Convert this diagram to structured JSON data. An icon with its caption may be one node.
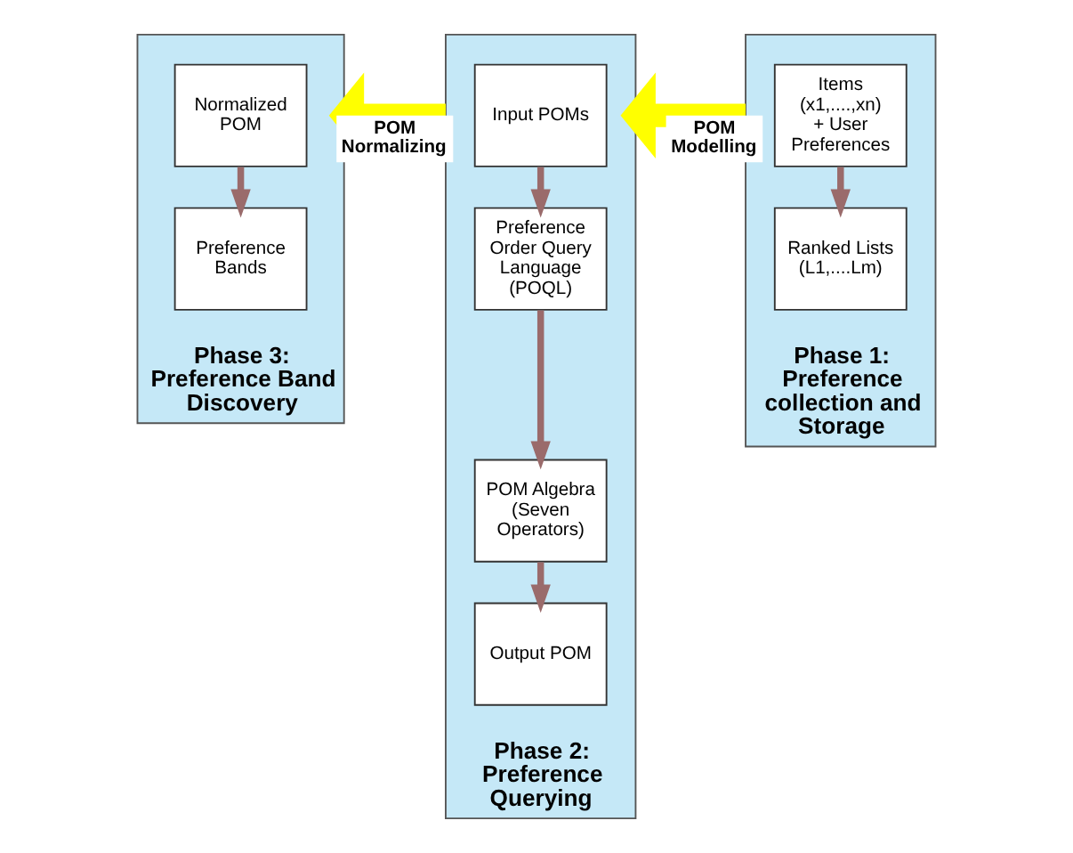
{
  "diagram": {
    "nodes": [
      {
        "text": [
          "Phase 3: Preference Band Discovery"
        ]
      },
      {
        "text": [
          "Normalized POM"
        ],
        "in": 0
      },
      {
        "text": [
          "Preference Bands"
        ],
        "in": 0
      },
      {
        "text": [
          "Phase 2: Preference Querying"
        ]
      },
      {
        "text": [
          "Input POMs"
        ],
        "in": 3
      },
      {
        "text": [
          "Preference Order Query Language (POQL)"
        ],
        "in": 3
      },
      {
        "text": [
          "POM Algebra (Seven Operators)"
        ],
        "in": 3
      },
      {
        "text": [
          "Output POM"
        ],
        "in": 3
      },
      {
        "text": [
          "Phase 1: Preference collection and Storage"
        ]
      },
      {
        "text": [
          "Items (x1,....,xn) + User Preferences"
        ],
        "in": 8
      },
      {
        "text": [
          "Ranked Lists (L1,....Lm)"
        ],
        "in": 8
      }
    ],
    "edges": [
      {
        "from": 1,
        "to": 2,
        "arrow": "to"
      },
      {
        "from": 4,
        "to": 5,
        "arrow": "to"
      },
      {
        "from": 5,
        "to": 6,
        "arrow": "to"
      },
      {
        "from": 6,
        "to": 7,
        "arrow": "to"
      },
      {
        "from": 9,
        "to": 10,
        "arrow": "to"
      },
      {
        "from": 3,
        "to": 0,
        "arrow": "to",
        "label": "POM Normalizing",
        "style": "thick",
        "color": "#ffff00"
      },
      {
        "from": 8,
        "to": 3,
        "arrow": "to",
        "label": "POM Modelling",
        "style": "thick",
        "color": "#ffff00"
      }
    ]
  }
}
